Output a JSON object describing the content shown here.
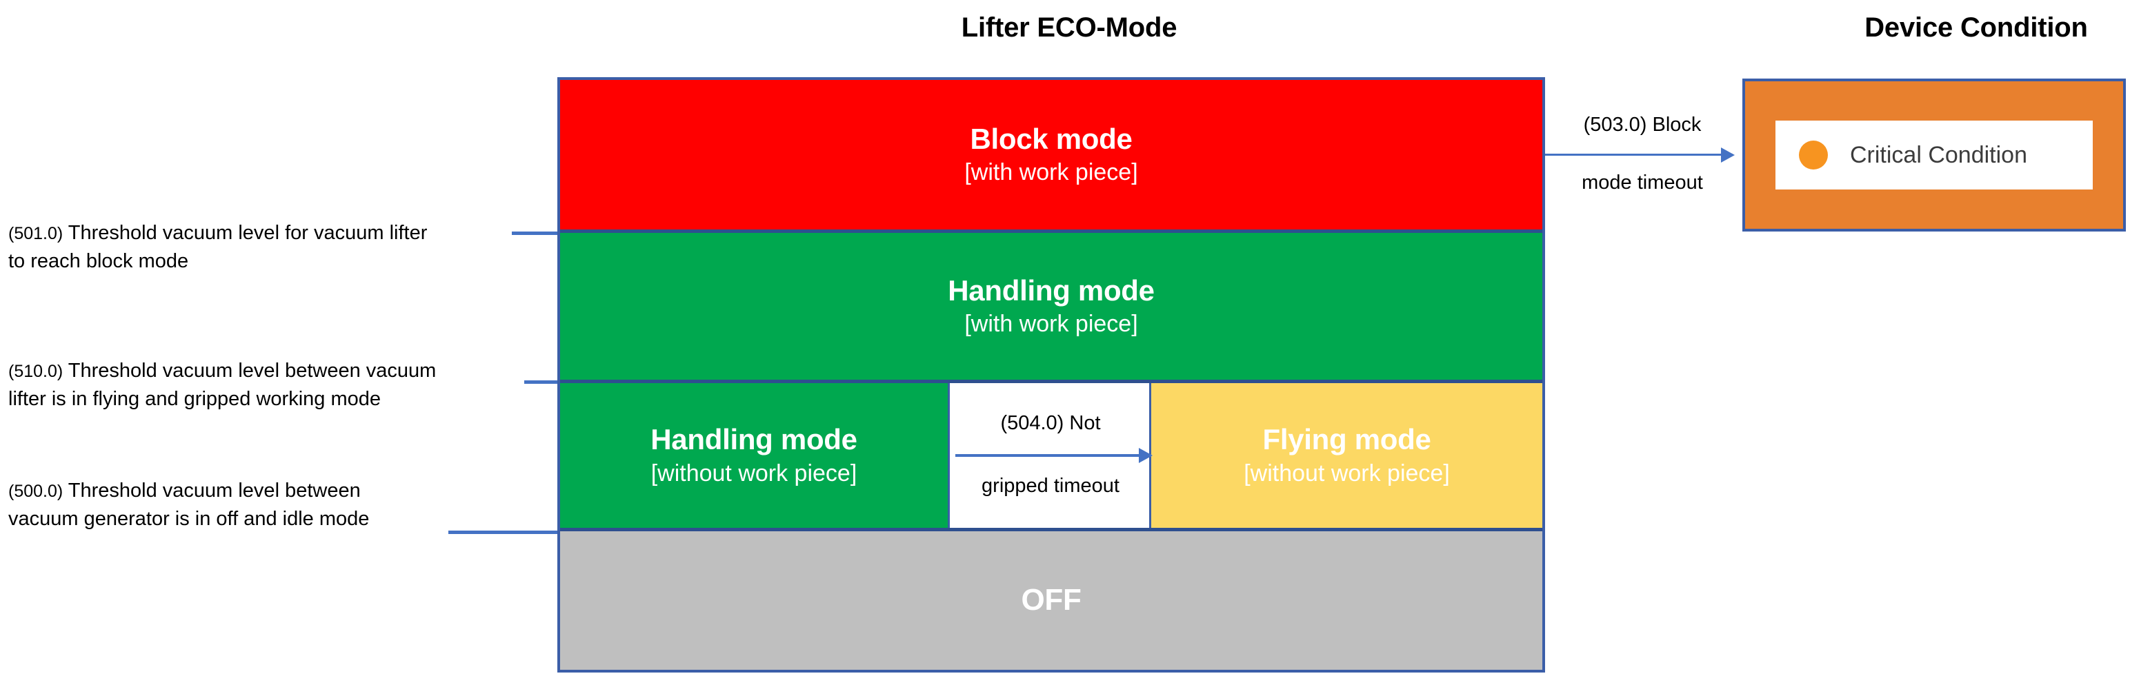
{
  "titles": {
    "lifter": "Lifter ECO-Mode",
    "device": "Device Condition"
  },
  "eco_stack": {
    "bands": {
      "block": {
        "title": "Block mode",
        "subtitle": "[with work piece]",
        "color": "#FF0000"
      },
      "handling_with": {
        "title": "Handling mode",
        "subtitle": "[with work piece]",
        "color": "#00A84F"
      },
      "handling_without": {
        "title": "Handling mode",
        "subtitle": "[without work piece]",
        "color": "#00A84F"
      },
      "flying": {
        "title": "Flying mode",
        "subtitle": "[without work piece]",
        "color": "#FCD864"
      },
      "off": {
        "title": "OFF",
        "color": "#BFBFBF"
      }
    }
  },
  "transitions": {
    "not_gripped": {
      "line1": "(504.0) Not",
      "line2": "gripped timeout"
    },
    "block_timeout": {
      "line1": "(503.0) Block",
      "line2": "mode timeout"
    }
  },
  "thresholds": [
    {
      "code": "(501.0)",
      "line1": " Threshold vacuum level for vacuum lifter",
      "line2": "to reach block mode"
    },
    {
      "code": "(510.0)",
      "line1": " Threshold vacuum level between  vacuum",
      "line2": "lifter is in flying and gripped working mode"
    },
    {
      "code": "(500.0)",
      "line1": " Threshold vacuum level between",
      "line2": "vacuum generator is in off and idle mode"
    }
  ],
  "device_condition": {
    "status_label": "Critical Condition",
    "status_dot_color": "#F79420",
    "card_color": "#E8802E"
  },
  "palette": {
    "border_blue": "#3B5EA8",
    "accent_blue": "#4472C4"
  }
}
